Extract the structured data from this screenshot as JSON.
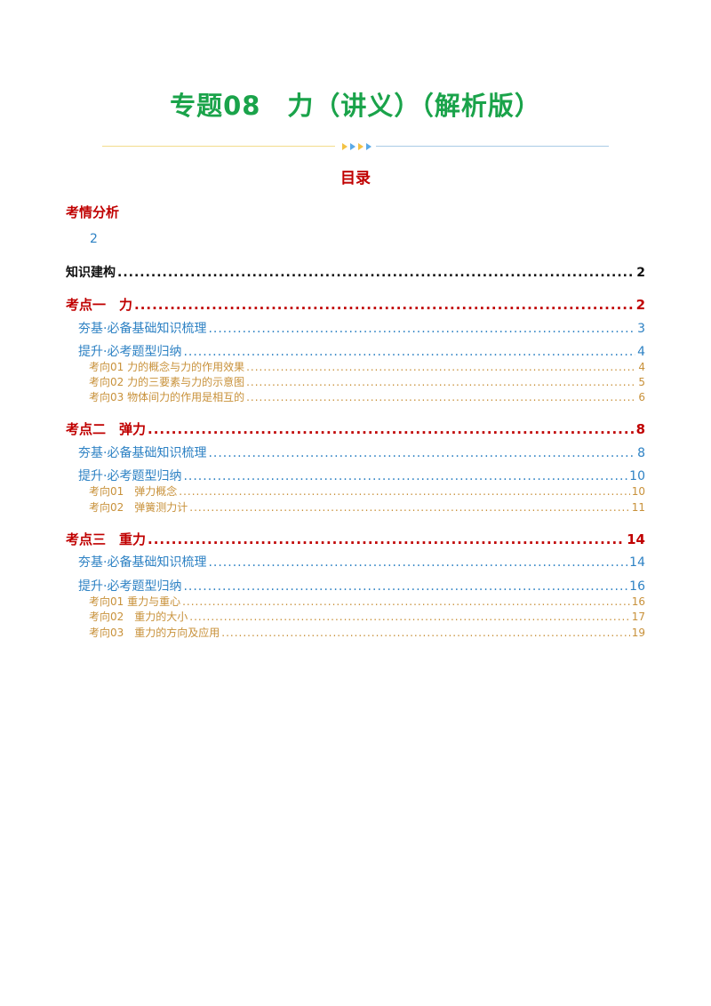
{
  "title": "专题08　力（讲义）（解析版）",
  "toc_heading": "目录",
  "sections": {
    "kaoqing": {
      "label": "考情分析",
      "page": "2"
    },
    "zhishi": {
      "label": "知识建构",
      "page": "2"
    },
    "kd1": {
      "label": "考点一　力",
      "page": "2",
      "jiji": {
        "label": "夯基·必备基础知识梳理",
        "page": "3"
      },
      "tisheng": {
        "label": "提升·必考题型归纳",
        "page": "4"
      },
      "items": [
        {
          "label": "考向01 力的概念与力的作用效果",
          "page": "4"
        },
        {
          "label": "考向02 力的三要素与力的示意图",
          "page": "5"
        },
        {
          "label": "考向03 物体间力的作用是相互的",
          "page": "6"
        }
      ]
    },
    "kd2": {
      "label": "考点二　弹力",
      "page": "8",
      "jiji": {
        "label": "夯基·必备基础知识梳理",
        "page": "8"
      },
      "tisheng": {
        "label": "提升·必考题型归纳",
        "page": "10"
      },
      "items": [
        {
          "label": "考向01　弹力概念",
          "page": "10"
        },
        {
          "label": "考向02　弹簧测力计",
          "page": "11"
        }
      ]
    },
    "kd3": {
      "label": "考点三　重力",
      "page": "14",
      "jiji": {
        "label": "夯基·必备基础知识梳理",
        "page": "14"
      },
      "tisheng": {
        "label": "提升·必考题型归纳",
        "page": "16"
      },
      "items": [
        {
          "label": "考向01 重力与重心",
          "page": "16"
        },
        {
          "label": "考向02　重力的大小",
          "page": "17"
        },
        {
          "label": "考向03　重力的方向及应用",
          "page": "19"
        }
      ]
    }
  }
}
